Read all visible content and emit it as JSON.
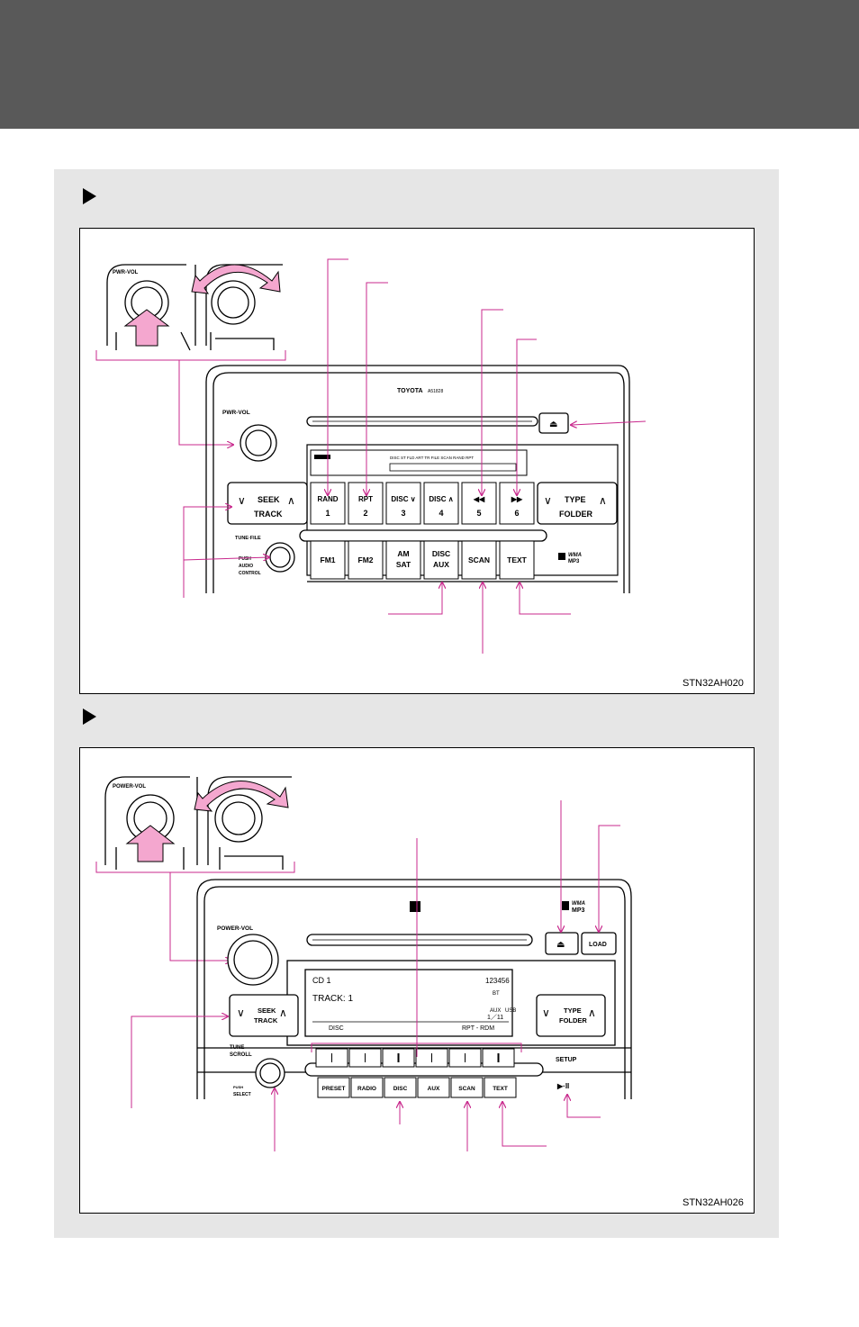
{
  "fig1": {
    "code": "STN32AH020",
    "brand": "TOYOTA",
    "model": "A51828",
    "knob_top_label": "PWR-VOL",
    "knob_label": "PWR-VOL",
    "tune_label": "TUNE·FILE",
    "push_label": [
      "PUSH",
      "AUDIO",
      "CONTROL"
    ],
    "seek_label": [
      "SEEK",
      "TRACK"
    ],
    "type_label": [
      "TYPE",
      "FOLDER"
    ],
    "top_buttons": [
      {
        "label": "RAND",
        "num": "1"
      },
      {
        "label": "RPT",
        "num": "2"
      },
      {
        "label": "DISC",
        "num": "3"
      },
      {
        "label": "DISC",
        "num": "4"
      },
      {
        "label": "◀◀",
        "num": "5"
      },
      {
        "label": "▶▶",
        "num": "6"
      }
    ],
    "bottom_buttons": [
      "FM1",
      "FM2",
      "AM",
      "DISC",
      "SCAN",
      "TEXT"
    ],
    "bottom_sub": [
      "",
      "",
      "SAT",
      "AUX",
      "",
      ""
    ],
    "display_indicators": "DISC  ST  FLD  ART  TR  FILE  SCAN  RAND  RPT",
    "wma": "WMA",
    "mp3": "MP3"
  },
  "fig2": {
    "code": "STN32AH026",
    "knob_top_label": "POWER-VOL",
    "knob_label": "POWER-VOL",
    "tune_label": [
      "TUNE",
      "SCROLL"
    ],
    "push_label": [
      "PUSH",
      "SELECT"
    ],
    "seek_label": [
      "SEEK",
      "TRACK"
    ],
    "type_label": [
      "TYPE",
      "FOLDER"
    ],
    "load_label": "LOAD",
    "setup_label": "SETUP",
    "play_label": "▶·II",
    "display": {
      "line1": "CD 1",
      "line2": "TRACK:  1",
      "slots": "123456",
      "counter": "1／11",
      "bottom_left": "DISC",
      "bottom_right": "RPT   -   RDM",
      "aux": "AUX",
      "usb": "USB",
      "bt": "BT"
    },
    "bottom_buttons": [
      "PRESET",
      "RADIO",
      "DISC",
      "AUX",
      "SCAN",
      "TEXT"
    ],
    "wma": "WMA",
    "mp3": "MP3"
  },
  "colors": {
    "callout": "#c8288c",
    "arrow_fill": "#f4a7cf",
    "header": "#595959",
    "panel": "#e6e6e6"
  }
}
